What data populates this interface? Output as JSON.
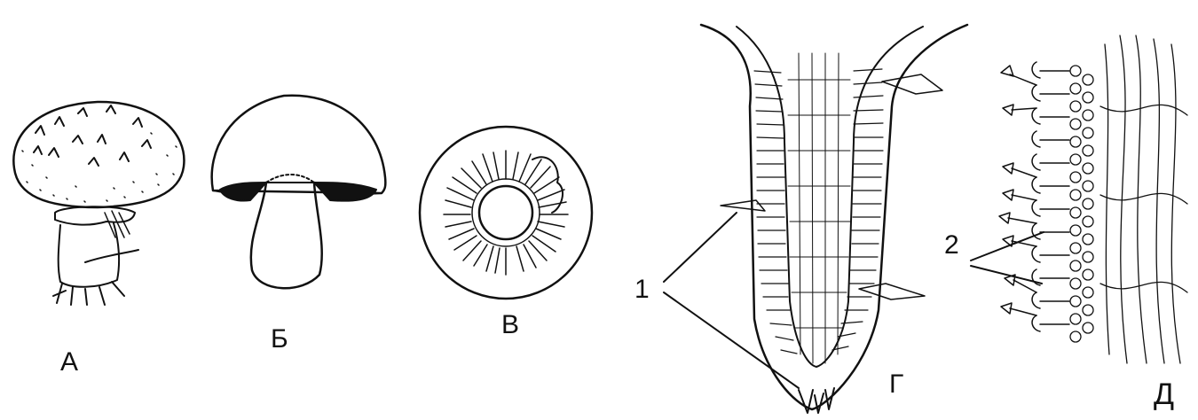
{
  "panels": [
    {
      "id": "A",
      "label": "А"
    },
    {
      "id": "B",
      "label": "Б"
    },
    {
      "id": "V",
      "label": "В"
    },
    {
      "id": "G",
      "label": "Г"
    },
    {
      "id": "D",
      "label": "Д"
    }
  ],
  "callouts": [
    {
      "id": "1",
      "label": "1"
    },
    {
      "id": "2",
      "label": "2"
    }
  ],
  "colors": {
    "ink": "#111111",
    "background": "#ffffff"
  }
}
